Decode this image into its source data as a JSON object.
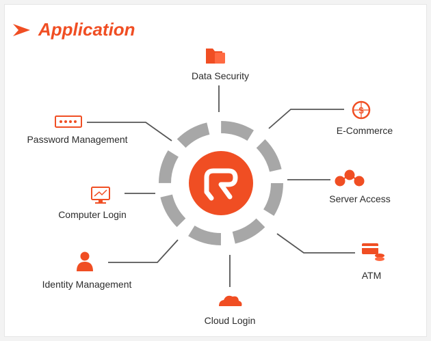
{
  "header": {
    "title": "Application"
  },
  "center": {
    "logo_name": "company-logo"
  },
  "applications": [
    {
      "key": "data-security",
      "label": "Data Security",
      "icon": "folder-icon"
    },
    {
      "key": "e-commerce",
      "label": "E-Commerce",
      "icon": "dollar-globe-icon"
    },
    {
      "key": "server-access",
      "label": "Server Access",
      "icon": "network-icon"
    },
    {
      "key": "atm",
      "label": "ATM",
      "icon": "atm-card-icon"
    },
    {
      "key": "cloud-login",
      "label": "Cloud Login",
      "icon": "cloud-icon"
    },
    {
      "key": "identity-management",
      "label": "Identity Management",
      "icon": "user-icon"
    },
    {
      "key": "computer-login",
      "label": "Computer Login",
      "icon": "monitor-icon"
    },
    {
      "key": "password-management",
      "label": "Password Management",
      "icon": "password-icon"
    }
  ],
  "colors": {
    "accent": "#f04e23",
    "ring": "#a7a7a7",
    "connector": "#555555",
    "text": "#2b2b2b",
    "background": "#ffffff"
  }
}
